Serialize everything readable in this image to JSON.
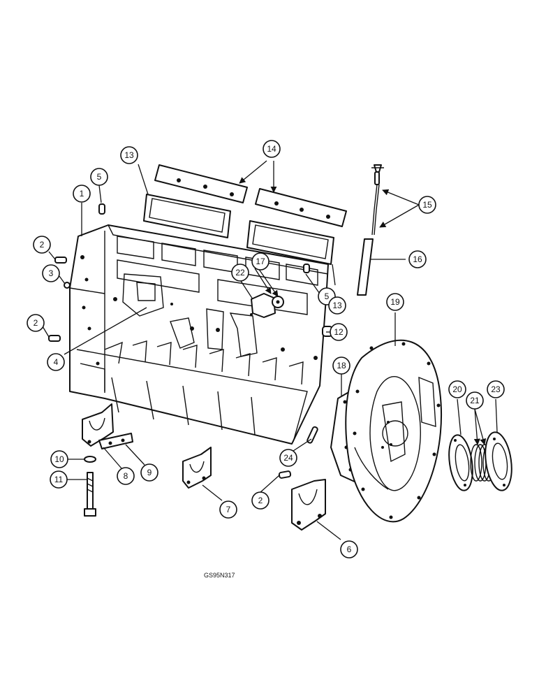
{
  "reference_code": "GS95N317",
  "callouts": [
    "1",
    "2",
    "2",
    "2",
    "3",
    "4",
    "5",
    "5",
    "6",
    "7",
    "8",
    "9",
    "10",
    "11",
    "12",
    "13",
    "13",
    "14",
    "15",
    "16",
    "17",
    "18",
    "19",
    "20",
    "21",
    "22",
    "23",
    "24"
  ],
  "colors": {
    "line": "#111111",
    "background": "#ffffff",
    "shade": "#e8e8e8"
  }
}
